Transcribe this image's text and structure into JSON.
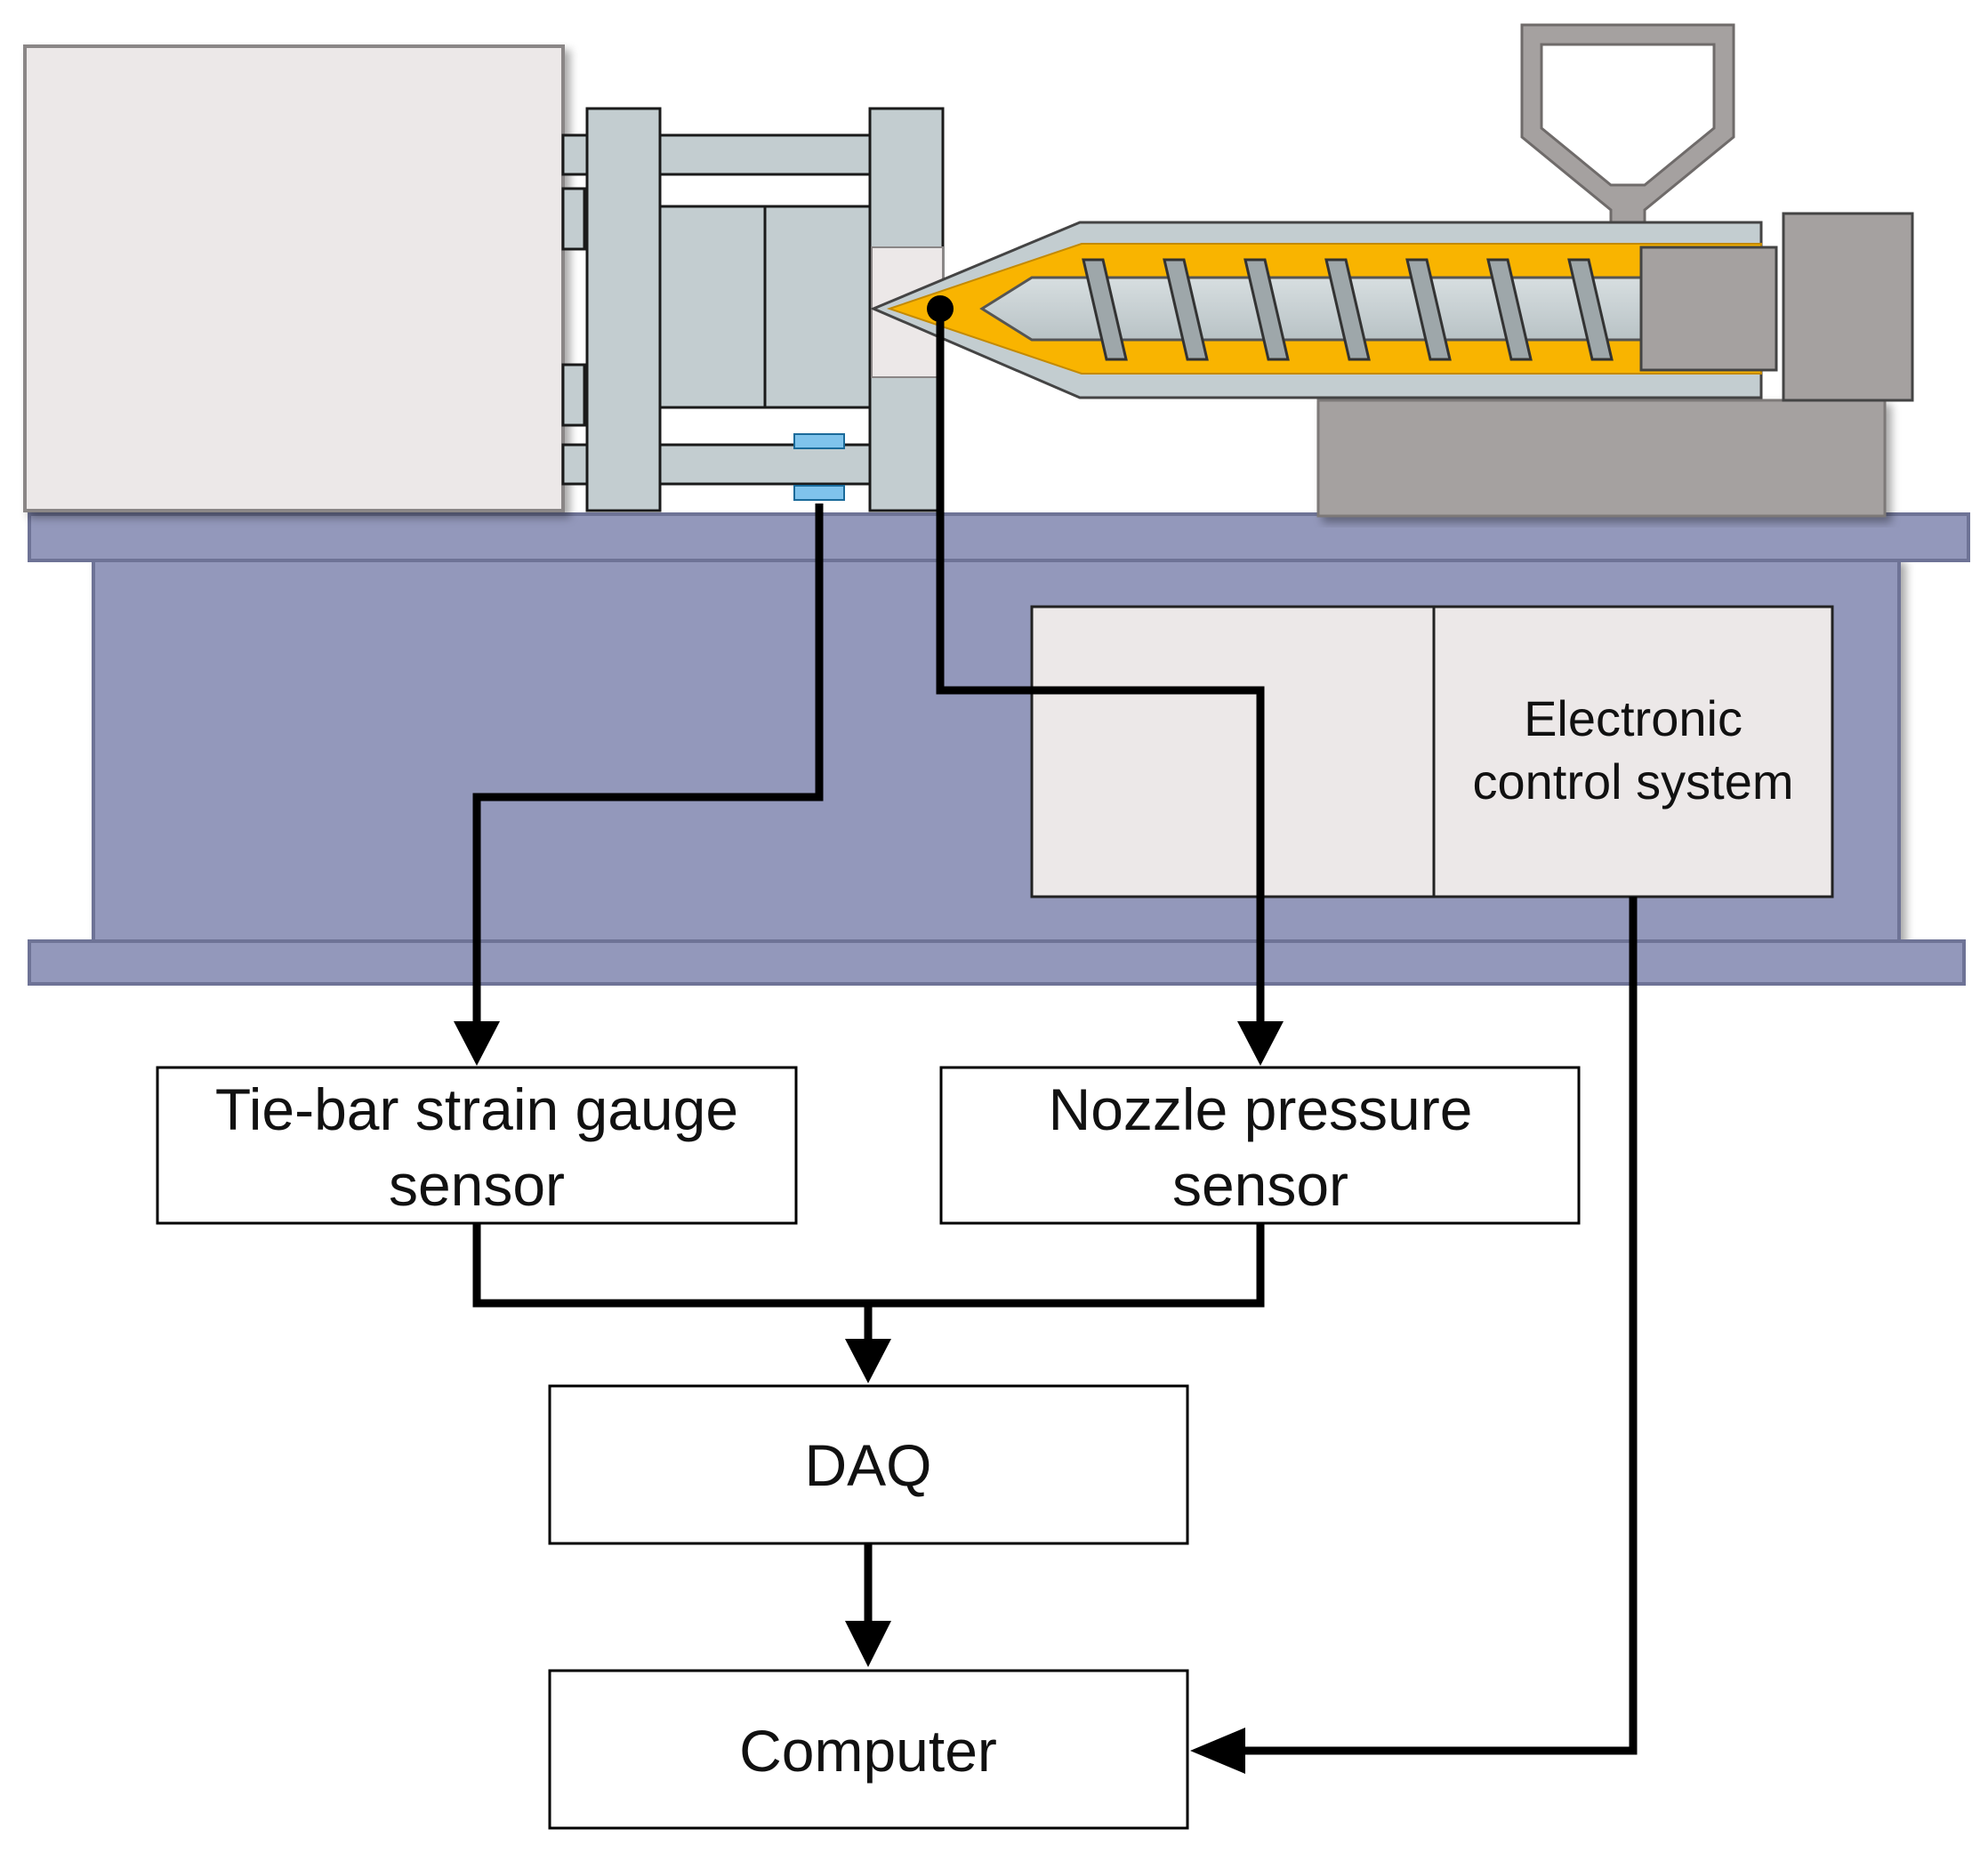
{
  "electronic_control_system": {
    "line1": "Electronic",
    "line2": "control system"
  },
  "tie_bar_sensor": {
    "line1": "Tie-bar strain gauge",
    "line2": "sensor"
  },
  "nozzle_sensor": {
    "line1": "Nozzle pressure",
    "line2": "sensor"
  },
  "daq": {
    "label": "DAQ"
  },
  "computer": {
    "label": "Computer"
  },
  "colors": {
    "machine_base": "#9398BB",
    "base_outline": "#6E7396",
    "housing": "#ECE8E8",
    "steel": "#C3CDD0",
    "melt": "#F9B400",
    "drive": "#A5A1A0",
    "gauge": "#7FC3EC",
    "signal_line": "#000000"
  },
  "icons": {
    "tie_bar_gauge": "strain-gauge-icon",
    "nozzle_point": "pressure-point-icon"
  }
}
